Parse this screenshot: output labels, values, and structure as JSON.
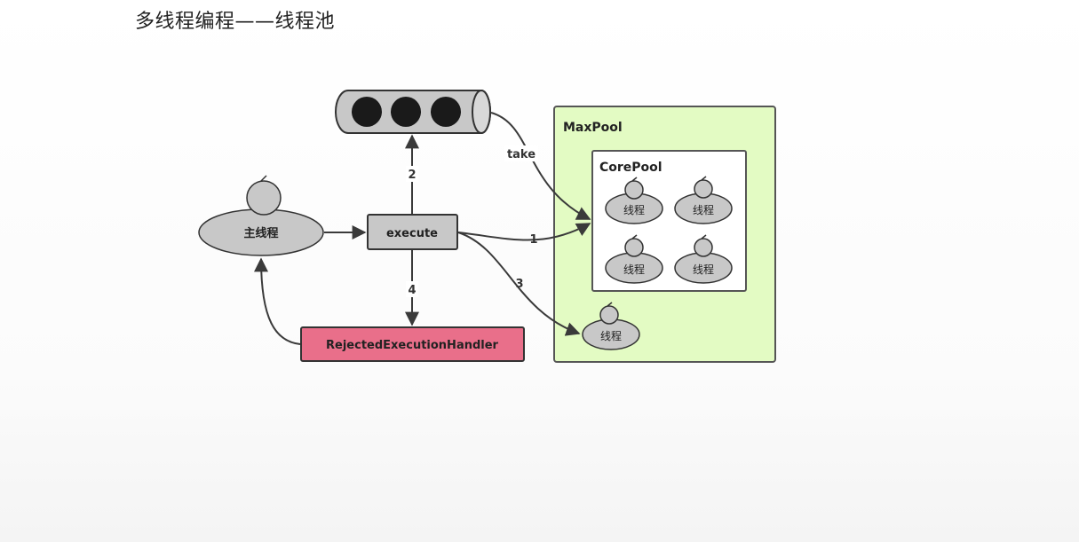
{
  "page": {
    "title": "多线程编程——线程池"
  },
  "diagram": {
    "main_thread_label": "主线程",
    "execute_label": "execute",
    "rejected_handler_label": "RejectedExecutionHandler",
    "max_pool_label": "MaxPool",
    "core_pool_label": "CorePool",
    "thread_label": "线程",
    "edge_labels": {
      "to_queue": "2",
      "to_corepool": "1",
      "to_maxpool_thread": "3",
      "to_rejected": "4",
      "take": "take"
    },
    "queue_item_count": 3
  },
  "colors": {
    "max_pool_fill": "#e3fbc3",
    "max_pool_border": "#555555",
    "core_pool_fill": "#ffffff",
    "node_fill": "#c8c8c8",
    "queue_dot": "#1a1a1a",
    "rejected_fill": "#e96f8a",
    "arrow": "#3a3a3a"
  }
}
